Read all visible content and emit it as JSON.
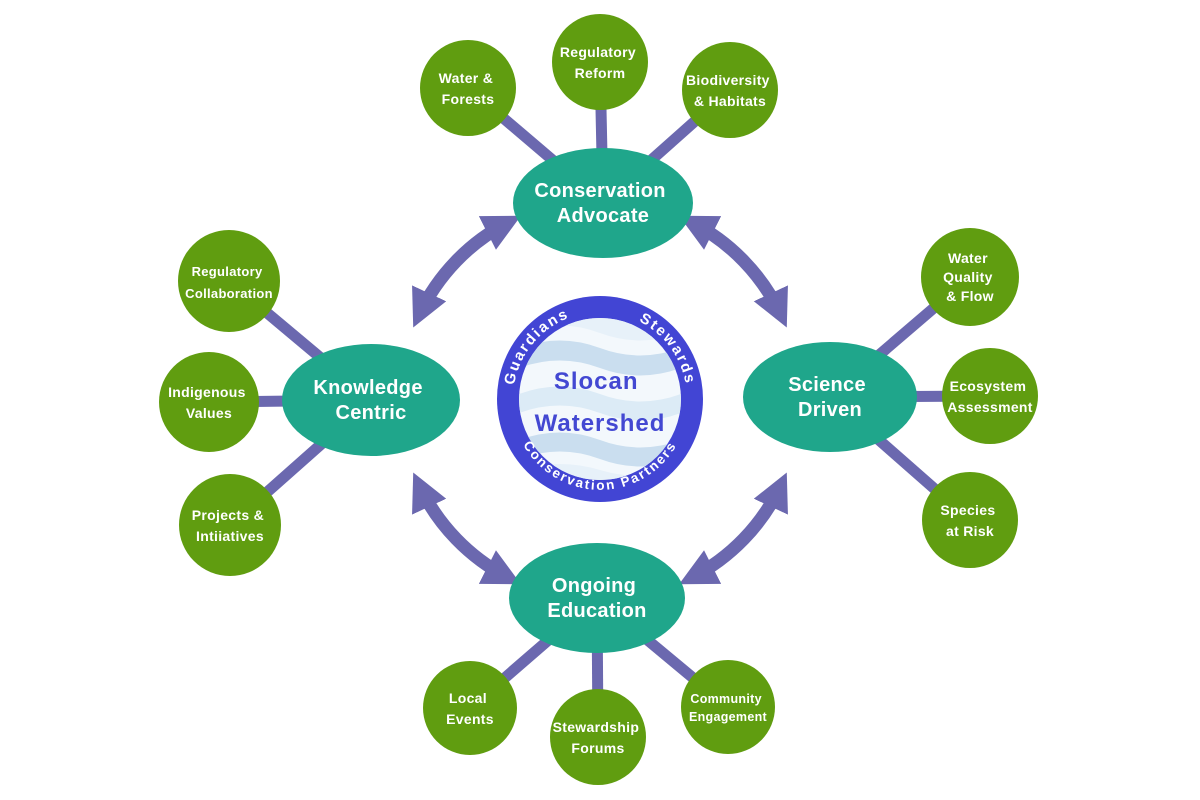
{
  "colors": {
    "hub_fill": "#1fa68b",
    "satellite_fill": "#609d10",
    "connector_and_arrows": "#6b68af",
    "logo_ring": "#4245d4",
    "logo_title_text": "#4348d2",
    "logo_inner_bg": "#f3f8fc",
    "node_text": "#ffffff",
    "background": "#ffffff"
  },
  "logo": {
    "ring_top_left": "Guardians",
    "ring_top_right": "Stewards",
    "ring_bottom": "Conservation Partners",
    "title_line1": "Slocan",
    "title_line2": "Watershed"
  },
  "hubs": [
    {
      "id": "conservation-advocate",
      "label_line1": "Conservation",
      "label_line2": "Advocate",
      "satellites": [
        {
          "lines": [
            "Water &",
            "Forests"
          ]
        },
        {
          "lines": [
            "Regulatory",
            "Reform"
          ]
        },
        {
          "lines": [
            "Biodiversity",
            "& Habitats"
          ]
        }
      ]
    },
    {
      "id": "science-driven",
      "label_line1": "Science",
      "label_line2": "Driven",
      "satellites": [
        {
          "lines": [
            "Water",
            "Quality",
            "& Flow"
          ]
        },
        {
          "lines": [
            "Ecosystem",
            "Assessment"
          ]
        },
        {
          "lines": [
            "Species",
            "at Risk"
          ]
        }
      ]
    },
    {
      "id": "ongoing-education",
      "label_line1": "Ongoing",
      "label_line2": "Education",
      "satellites": [
        {
          "lines": [
            "Local",
            "Events"
          ]
        },
        {
          "lines": [
            "Stewardship",
            "Forums"
          ]
        },
        {
          "lines": [
            "Community",
            "Engagement"
          ]
        }
      ]
    },
    {
      "id": "knowledge-centric",
      "label_line1": "Knowledge",
      "label_line2": "Centric",
      "satellites": [
        {
          "lines": [
            "Regulatory",
            "Collaboration"
          ]
        },
        {
          "lines": [
            "Indigenous",
            "Values"
          ]
        },
        {
          "lines": [
            "Projects &",
            "Intiiatives"
          ]
        }
      ]
    }
  ]
}
